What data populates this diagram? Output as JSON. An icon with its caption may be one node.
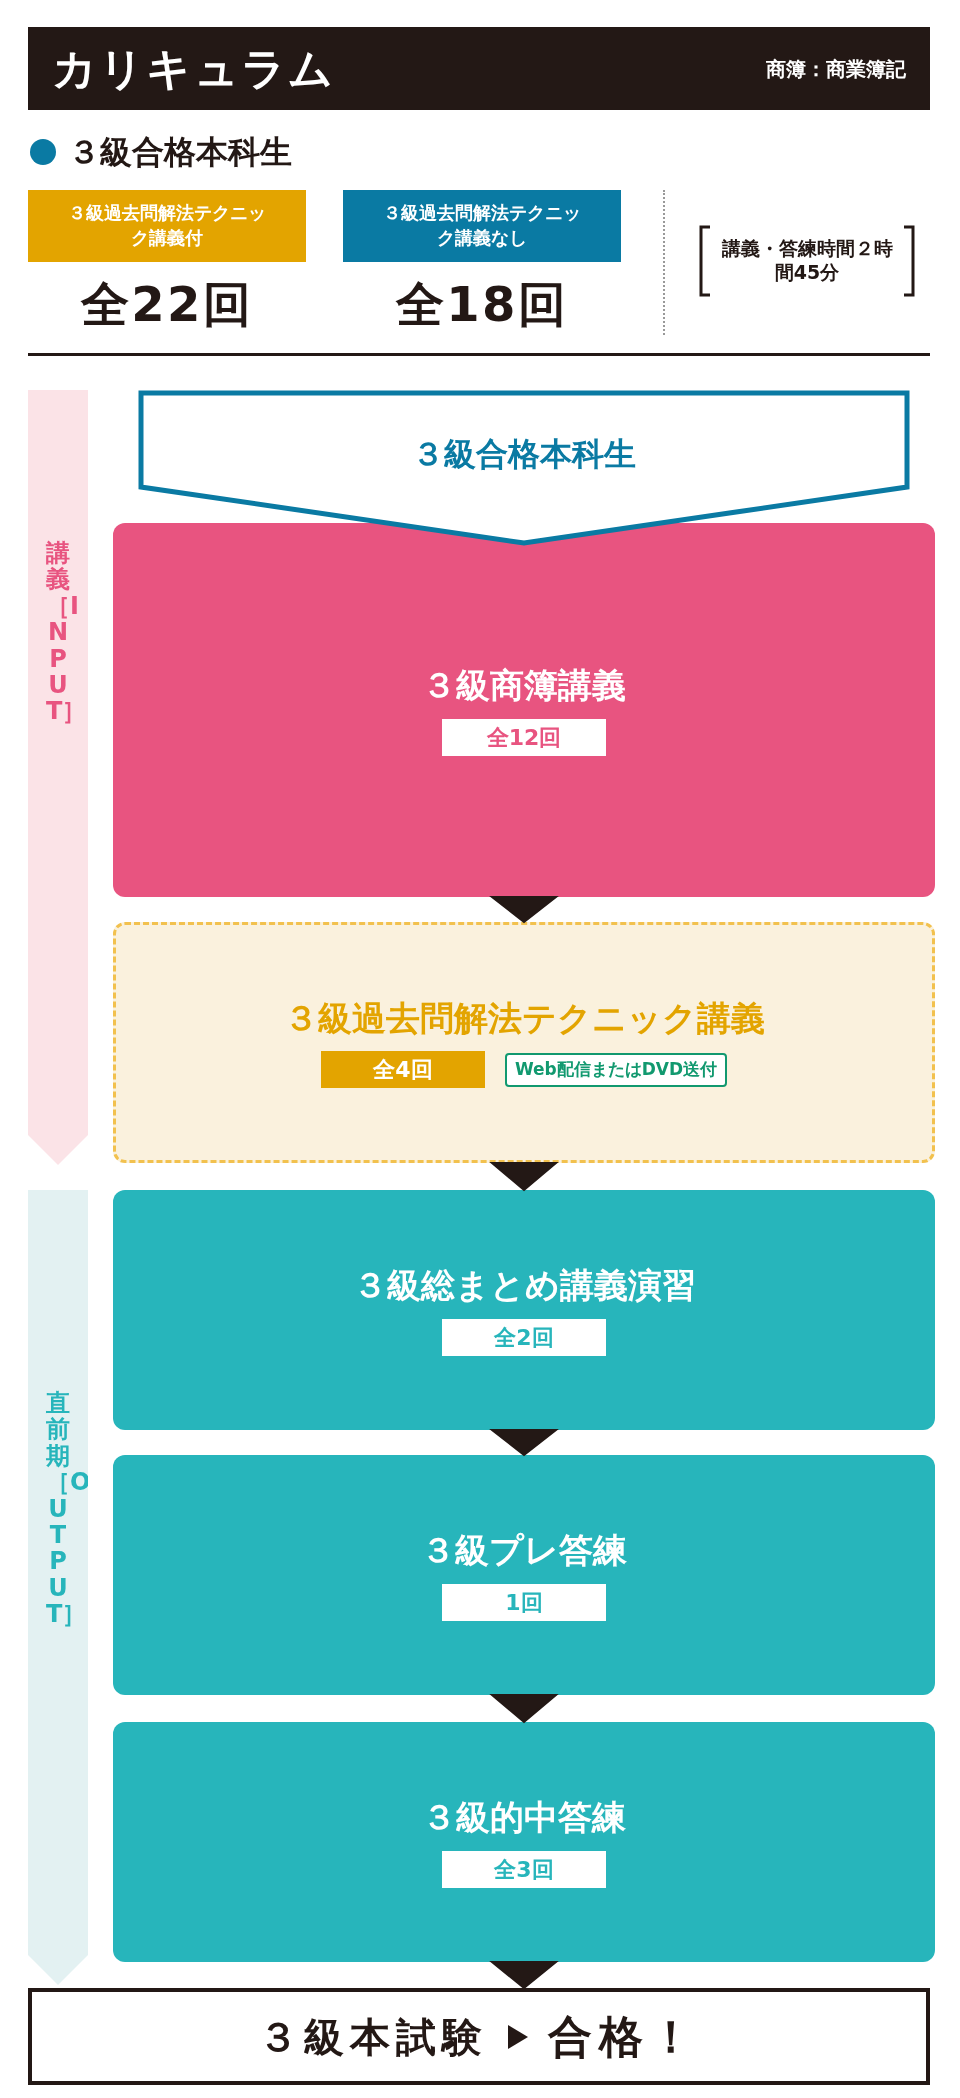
{
  "diagram": {
    "title": "カリキュラム",
    "nodes": [
      {
        "text": [
          "商簿：商業簿記"
        ]
      },
      {
        "text": [
          "３級過去問解法テクニック講義付"
        ],
        "beside": [
          "全22回"
        ]
      },
      {
        "text": [
          "３級過去問解法テクニック講義なし"
        ],
        "beside": [
          "全18回"
        ]
      },
      {
        "text": [
          "講義［INPUT］"
        ]
      },
      {
        "text": [
          "３級合格本科生"
        ]
      },
      {
        "text": [
          "３級商簿講義",
          "全12回"
        ]
      },
      {
        "text": [
          "３級過去問解法テクニック講義",
          "全4回",
          "Web配信またはDVD送付"
        ]
      },
      {
        "text": [
          "直前期［OUTPUT］"
        ]
      },
      {
        "text": [
          "３級総まとめ講義演習",
          "全2回"
        ]
      },
      {
        "text": [
          "３級プレ答練",
          "1回"
        ]
      },
      {
        "text": [
          "３級的中答練",
          "全3回"
        ]
      },
      {
        "text": [
          "３級本試験",
          "合格！"
        ]
      }
    ],
    "edges": [
      {
        "from": 5,
        "to": 6,
        "arrow": "to"
      },
      {
        "from": 6,
        "to": 8,
        "arrow": "to"
      },
      {
        "from": 8,
        "to": 9,
        "arrow": "to"
      },
      {
        "from": 9,
        "to": 10,
        "arrow": "to"
      },
      {
        "from": 10,
        "to": 11,
        "arrow": "to"
      }
    ],
    "labels": [
      "３級合格本科生",
      "講義・答練時間２時間45分"
    ]
  }
}
